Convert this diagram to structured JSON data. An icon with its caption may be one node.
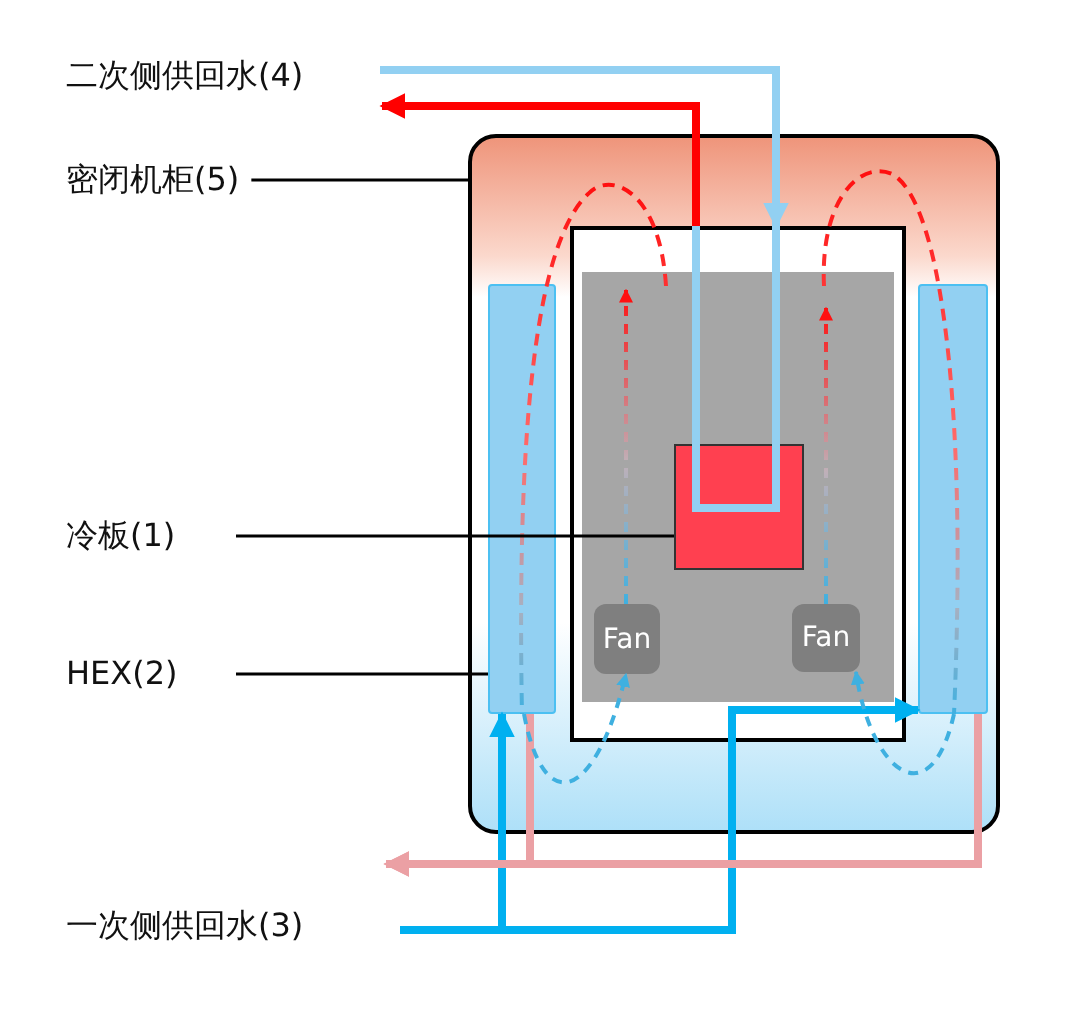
{
  "diagram": {
    "nodes": [
      {
        "text": [
          "密闭机柜(5)"
        ]
      },
      {
        "text": [],
        "shape": "box"
      },
      {
        "text": [],
        "shape": "bar",
        "in": 1
      },
      {
        "text": [],
        "shape": "box",
        "in": 1
      },
      {
        "text": [],
        "shape": "box",
        "in": 3
      },
      {
        "text": [
          "Fan"
        ],
        "in": 3
      },
      {
        "text": [
          "Fan"
        ],
        "in": 3
      },
      {
        "text": [],
        "shape": "bar",
        "in": 1
      },
      {
        "text": [
          "冷板(1)"
        ]
      },
      {
        "text": [
          "HEX(2)"
        ]
      }
    ],
    "edges": [
      {
        "from": 0,
        "to": 1,
        "arrow": "none"
      },
      {
        "from": 8,
        "to": 4,
        "arrow": "none"
      },
      {
        "from": 9,
        "to": 2,
        "arrow": "none"
      },
      {
        "from": null,
        "to": 3,
        "arrow": "to",
        "color": "#92d0f2"
      },
      {
        "from": 3,
        "to": null,
        "arrow": "to",
        "color": "#ff0000"
      },
      {
        "from": null,
        "to": 2,
        "arrow": "to",
        "color": "#00b0f0"
      },
      {
        "from": null,
        "to": 7,
        "arrow": "to",
        "color": "#00b0f0"
      },
      {
        "from": 2,
        "to": null,
        "arrow": "to",
        "color": "#eba0a4"
      },
      {
        "from": 7,
        "to": null,
        "arrow": "to",
        "color": "#eba0a4"
      },
      {
        "from": 2,
        "to": 5,
        "arrow": "to",
        "style": "dashed",
        "color": "#3fb0e0"
      },
      {
        "from": 7,
        "to": 6,
        "arrow": "to",
        "style": "dashed",
        "color": "#3fb0e0"
      },
      {
        "from": 5,
        "to": null,
        "arrow": "to",
        "style": "dashed",
        "color": "#ff1010"
      },
      {
        "from": 6,
        "to": null,
        "arrow": "to",
        "style": "dashed",
        "color": "#ff1010"
      }
    ],
    "labels": [
      "二次侧供回水(4)",
      "一次侧供回水(3)"
    ]
  }
}
